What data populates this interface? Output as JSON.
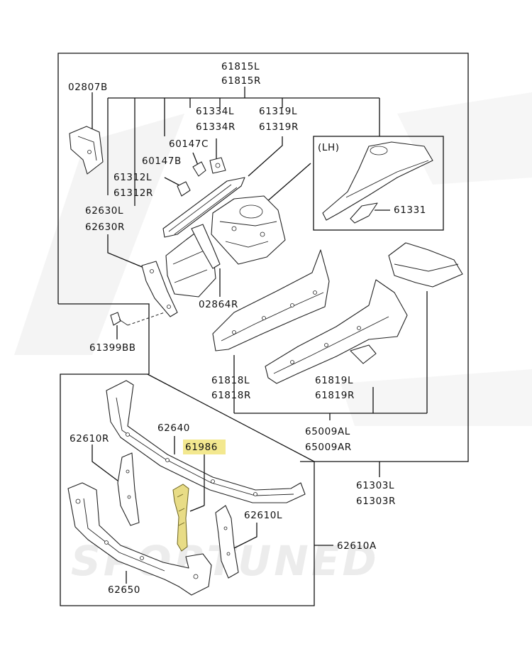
{
  "labels": {
    "p02807B": "02807B",
    "p61815L": "61815L",
    "p61815R": "61815R",
    "p61334L": "61334L",
    "p61334R": "61334R",
    "p61319L": "61319L",
    "p61319R": "61319R",
    "p60147C": "60147C",
    "p60147B": "60147B",
    "p61312L": "61312L",
    "p61312R": "61312R",
    "p62630L": "62630L",
    "p62630R": "62630R",
    "lh": "(LH)",
    "p61331": "61331",
    "p02864R": "02864R",
    "p61399BB": "61399BB",
    "p61818L": "61818L",
    "p61818R": "61818R",
    "p61819L": "61819L",
    "p61819R": "61819R",
    "p62640": "62640",
    "p61986": "61986",
    "p62610R": "62610R",
    "p65009AL": "65009AL",
    "p65009AR": "65009AR",
    "p61303L": "61303L",
    "p61303R": "61303R",
    "p62610L": "62610L",
    "p62610A": "62610A",
    "p62650": "62650"
  },
  "watermark": "SPORTUNED",
  "colors": {
    "highlight": "#f3e88f",
    "highlight_part": "#e8dc86",
    "line": "#111111",
    "watermark": "#e6e6e6"
  }
}
